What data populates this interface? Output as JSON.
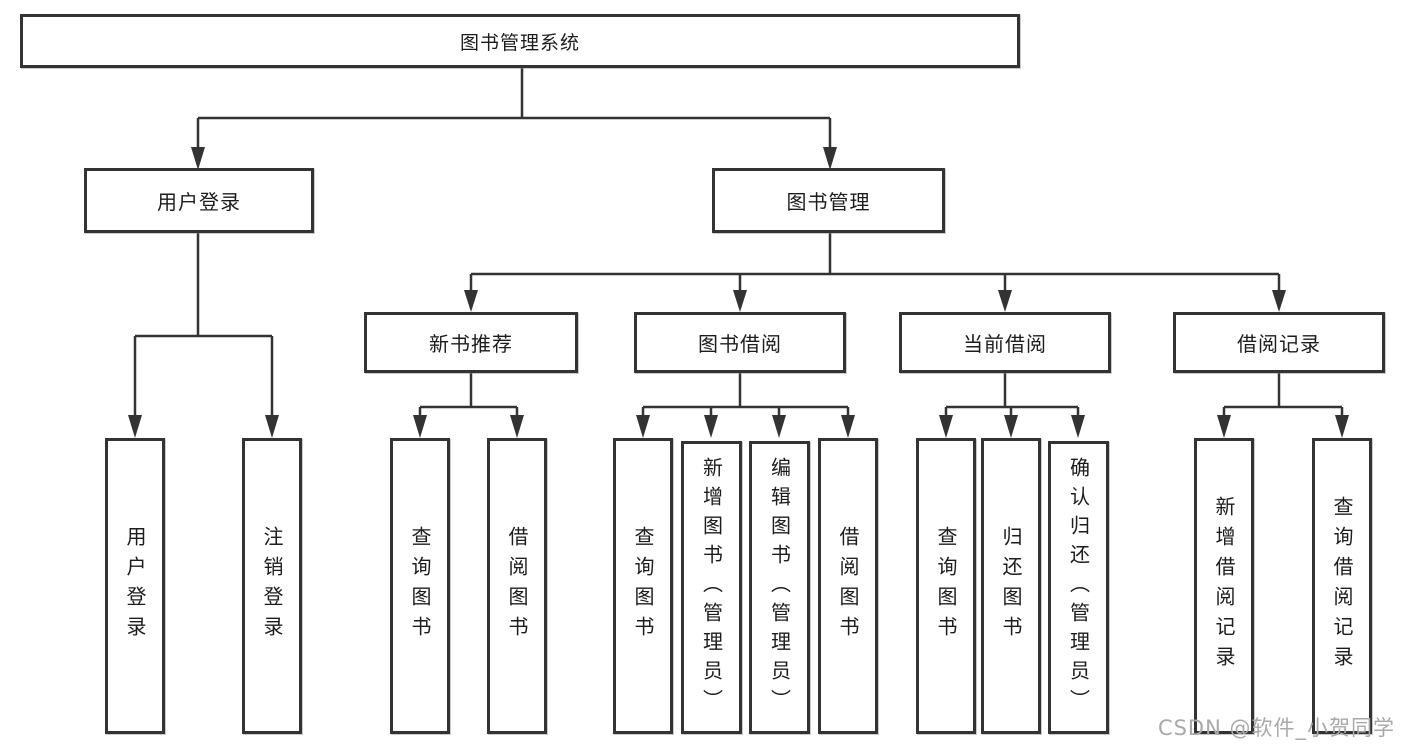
{
  "diagram_title": "图书管理系统",
  "nodes": {
    "root": {
      "label": "图书管理系统"
    },
    "user_login_branch": {
      "label": "用户登录"
    },
    "book_mgmt_branch": {
      "label": "图书管理"
    },
    "login_leaf": {
      "label": "用户登录"
    },
    "logout_leaf": {
      "label": "注销登录"
    },
    "new_book": {
      "label": "新书推荐"
    },
    "book_borrow": {
      "label": "图书借阅"
    },
    "current_borrow": {
      "label": "当前借阅"
    },
    "borrow_records": {
      "label": "借阅记录"
    },
    "new_book_query": {
      "label": "查询图书"
    },
    "new_book_borrow": {
      "label": "借阅图书"
    },
    "borrow_query": {
      "label": "查询图书"
    },
    "borrow_add": {
      "label": "新增图书（管理员）"
    },
    "borrow_edit": {
      "label": "编辑图书（管理员）"
    },
    "borrow_borrow": {
      "label": "借阅图书"
    },
    "current_query": {
      "label": "查询图书"
    },
    "current_return": {
      "label": "归还图书"
    },
    "current_confirm": {
      "label": "确认归还（管理员）"
    },
    "records_add": {
      "label": "新增借阅记录"
    },
    "records_query": {
      "label": "查询借阅记录"
    }
  },
  "watermark": "CSDN @软件_小贺同学",
  "colors": {
    "line": "#333333",
    "box_border": "#333333",
    "text": "#1c1c1c",
    "background": "#ffffff",
    "watermark": "#a9a9a9"
  }
}
